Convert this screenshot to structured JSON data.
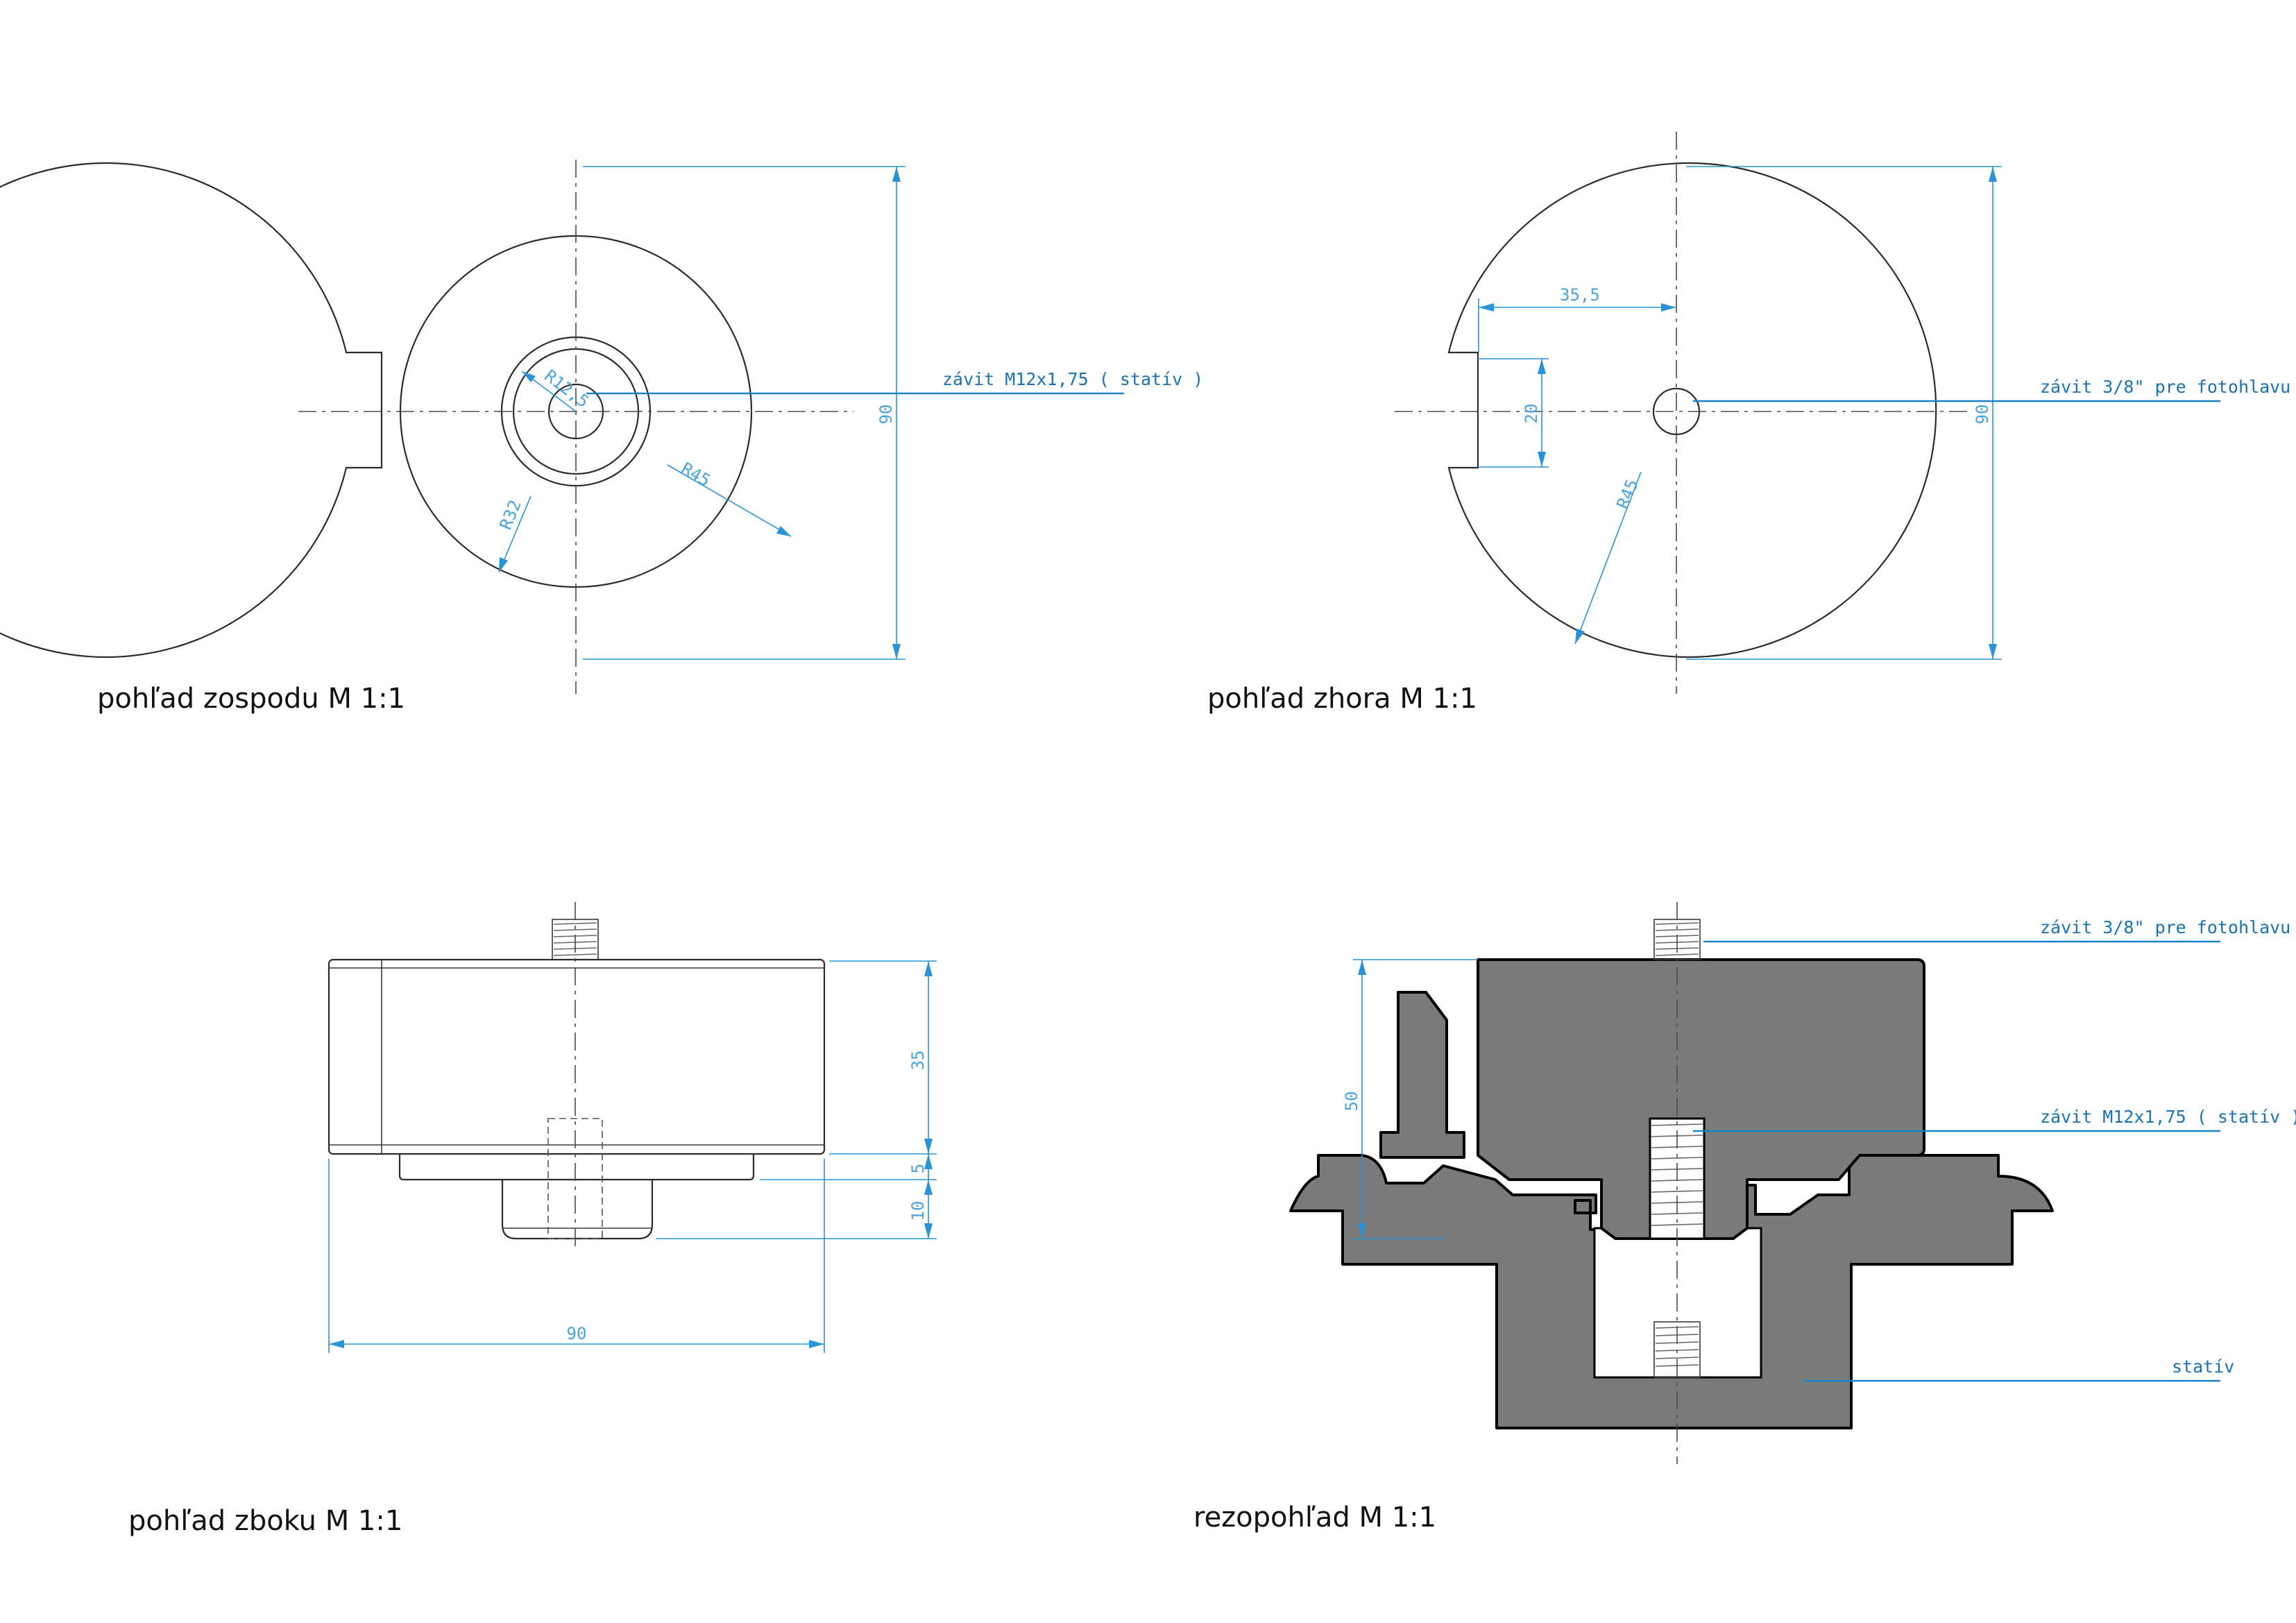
{
  "views": {
    "bottom": {
      "caption": "pohľad zospodu M 1:1",
      "dim_diameter": "90",
      "dim_r45": "R45",
      "dim_r32": "R32",
      "dim_r12": "R12,5",
      "note": "závit M12x1,75 ( statív )"
    },
    "top": {
      "caption": "pohľad zhora M 1:1",
      "dim_offset": "35,5",
      "dim_slot": "20",
      "dim_diameter": "90",
      "dim_r45": "R45",
      "note": "závit 3/8\" pre fotohlavu"
    },
    "side": {
      "caption": "pohľad zboku M 1:1",
      "dim_height": "35",
      "dim_gap": "5",
      "dim_boss": "10",
      "dim_width": "90"
    },
    "section": {
      "caption": "rezopohľad M 1:1",
      "dim_height": "50",
      "note_top": "závit 3/8\" pre fotohlavu",
      "note_mid": "závit M12x1,75 ( statív )",
      "note_tripod": "statív"
    }
  },
  "colors": {
    "dimension": "#2a93d5",
    "leader": "#1a86c8",
    "section_fill": "#7a7a7a"
  }
}
